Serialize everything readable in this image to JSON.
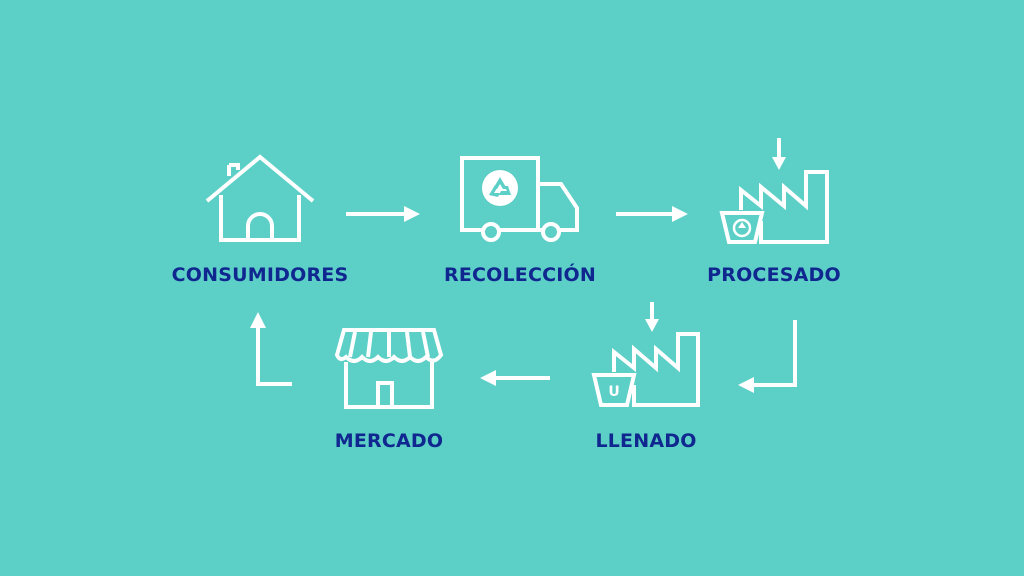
{
  "colors": {
    "background": "#5ccfc6",
    "label": "#10278f",
    "icon": "#ffffff"
  },
  "steps": [
    {
      "label": "CONSUMIDORES",
      "icon": "house-icon"
    },
    {
      "label": "RECOLECCIÓN",
      "icon": "recycling-truck-icon"
    },
    {
      "label": "PROCESADO",
      "icon": "recycling-factory-icon"
    },
    {
      "label": "LLENADO",
      "icon": "filling-factory-icon"
    },
    {
      "label": "MERCADO",
      "icon": "market-store-icon"
    }
  ],
  "flow": [
    "house-icon",
    "recycling-truck-icon",
    "recycling-factory-icon",
    "filling-factory-icon",
    "market-store-icon",
    "house-icon"
  ]
}
